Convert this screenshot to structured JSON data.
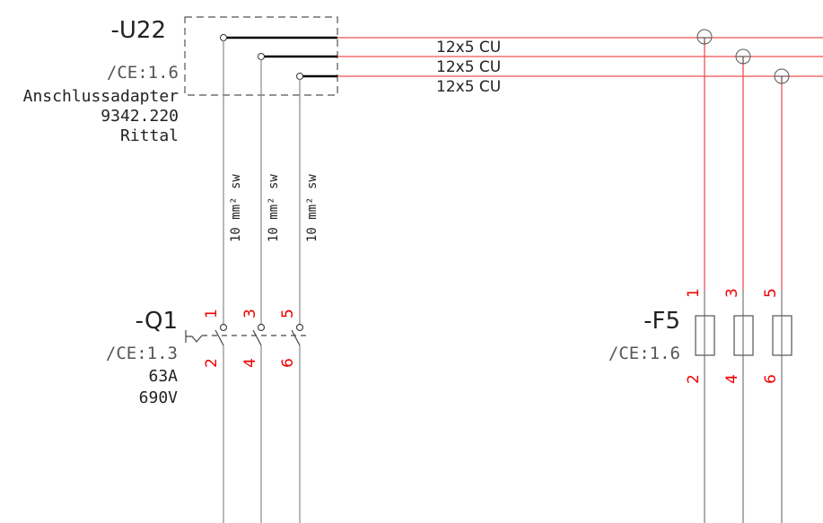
{
  "u22": {
    "tag": "-U22",
    "ref": "/CE:1.6",
    "desc": "Anschlussadapter",
    "part": "9342.220",
    "maker": "Rittal"
  },
  "cables": [
    "12x5 CU",
    "12x5 CU",
    "12x5 CU"
  ],
  "wires": [
    "10 mm² sw",
    "10 mm² sw",
    "10 mm² sw"
  ],
  "q1": {
    "tag": "-Q1",
    "ref": "/CE:1.3",
    "current": "63A",
    "voltage": "690V",
    "pins_top": [
      "1",
      "3",
      "5"
    ],
    "pins_bottom": [
      "2",
      "4",
      "6"
    ]
  },
  "f5": {
    "tag": "-F5",
    "ref": "/CE:1.6",
    "pins_top": [
      "1",
      "3",
      "5"
    ],
    "pins_bottom": [
      "2",
      "4",
      "6"
    ]
  },
  "colors": {
    "bus": "#f05050",
    "wire": "#888888",
    "pin": "#ee0000"
  }
}
